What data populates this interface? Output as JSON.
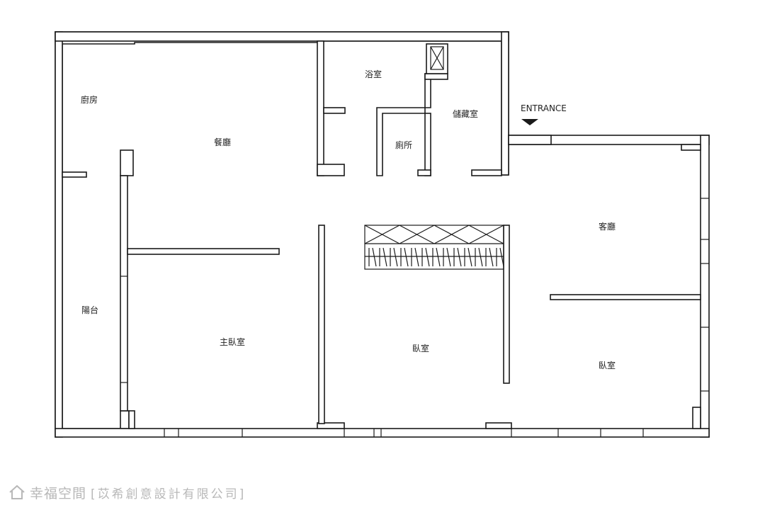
{
  "rooms": {
    "kitchen": "廚房",
    "dining": "餐廳",
    "bath": "浴室",
    "storage": "儲藏室",
    "toilet": "廁所",
    "balcony": "陽台",
    "master_bedroom": "主臥室",
    "bedroom_middle": "臥室",
    "living": "客廳",
    "bedroom_right": "臥室"
  },
  "entrance": {
    "label": "ENTRANCE"
  },
  "watermark": {
    "brand": "幸福空間",
    "company": "[苡希創意設計有限公司]"
  },
  "colors": {
    "wall": "#1a1a1a",
    "watermark": "#b8b8b8"
  }
}
